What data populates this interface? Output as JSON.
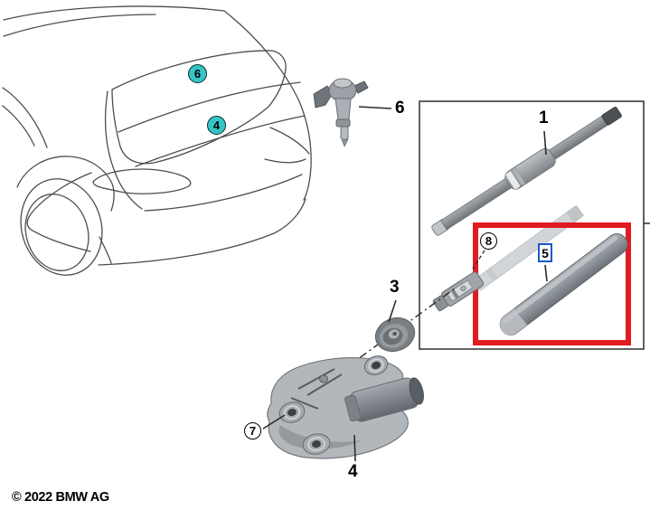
{
  "diagram": {
    "kind": "parts-diagram",
    "subject": "rear-window-wiper-system"
  },
  "colors": {
    "highlight_red": "#e01b22",
    "selected_blue": "#1857c8",
    "hotspot_teal": "#36c5c6",
    "line": "#4c4c4c"
  },
  "callouts": {
    "glass_hotspot_upper": {
      "label": "6"
    },
    "glass_hotspot_lower": {
      "label": "4"
    },
    "nozzle": {
      "label": "6"
    },
    "wiper_arm": {
      "label": "1"
    },
    "blade_kit": {
      "label": "8"
    },
    "wiper_blade_rubber": {
      "label": "5"
    },
    "grommet": {
      "label": "3"
    },
    "motor_fastener": {
      "label": "7"
    },
    "wiper_motor": {
      "label": "4"
    }
  },
  "highlight": {
    "selected_part": "5"
  },
  "footer": {
    "copyright": "© 2022 BMW AG"
  }
}
